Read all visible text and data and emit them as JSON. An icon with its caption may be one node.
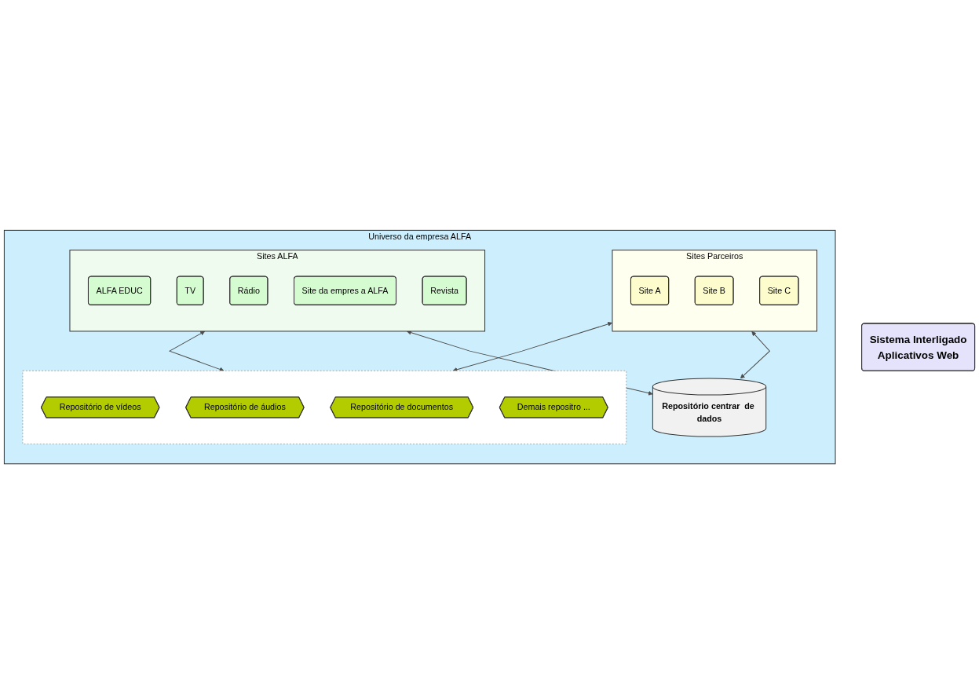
{
  "diagram": {
    "nodes": [
      {
        "text": [
          "Sistema Interligado",
          "Aplicativos Web"
        ]
      },
      {
        "text": [
          "Universo da empresa ALFA"
        ]
      },
      {
        "text": [
          "Sites ALFA"
        ],
        "in": 1
      },
      {
        "text": [
          "ALFA  EDUC"
        ],
        "in": 2
      },
      {
        "text": [
          "TV"
        ],
        "in": 2
      },
      {
        "text": [
          "Rádio"
        ],
        "in": 2
      },
      {
        "text": [
          "Site da empres a ALFA"
        ],
        "in": 2
      },
      {
        "text": [
          "Revista"
        ],
        "in": 2
      },
      {
        "text": [
          "Sites Parceiros"
        ],
        "in": 1
      },
      {
        "text": [
          "Site A"
        ],
        "in": 8
      },
      {
        "text": [
          "Site B"
        ],
        "in": 8
      },
      {
        "text": [
          "Site C"
        ],
        "in": 8
      },
      {
        "text": [],
        "shape": "box",
        "in": 1
      },
      {
        "text": [
          "Repositório de vídeos"
        ],
        "in": 12
      },
      {
        "text": [
          "Repositório de áudios"
        ],
        "in": 12
      },
      {
        "text": [
          "Repositório de documentos"
        ],
        "in": 12
      },
      {
        "text": [
          "Demais repositro ..."
        ],
        "in": 12
      },
      {
        "text": [
          "Repositório centrar  de dados"
        ],
        "in": 1
      }
    ],
    "edges": [
      {
        "from": 2,
        "to": 12,
        "arrow": "both"
      },
      {
        "from": 8,
        "to": 12,
        "arrow": "both"
      },
      {
        "from": 8,
        "to": 17,
        "arrow": "both"
      },
      {
        "from": 2,
        "to": 17,
        "arrow": "both"
      }
    ]
  }
}
